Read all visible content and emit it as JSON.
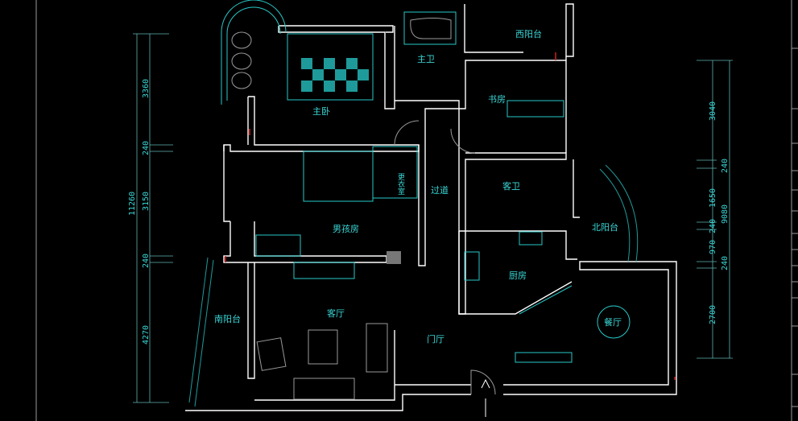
{
  "drawing": {
    "rooms": {
      "master_bedroom": "主卧",
      "master_bath": "主卫",
      "west_balcony": "西阳台",
      "study": "书房",
      "dressing_room": "更衣室",
      "corridor": "过道",
      "boy_room": "男孩房",
      "guest_bath": "客卫",
      "north_balcony": "北阳台",
      "kitchen": "厨房",
      "dining": "餐厅",
      "foyer": "门厅",
      "living": "客厅",
      "south_balcony": "南阳台"
    },
    "left_dimensions": {
      "total": "11260",
      "segments": [
        "3360",
        "240",
        "3150",
        "240",
        "4270"
      ]
    },
    "right_dimensions": {
      "total": "9080",
      "segments": [
        "3040",
        "240",
        "1650",
        "240",
        "970",
        "240",
        "2700"
      ]
    }
  },
  "colors": {
    "background": "#000000",
    "walls": "#ffffff",
    "annotation": "#3ad6d6"
  }
}
